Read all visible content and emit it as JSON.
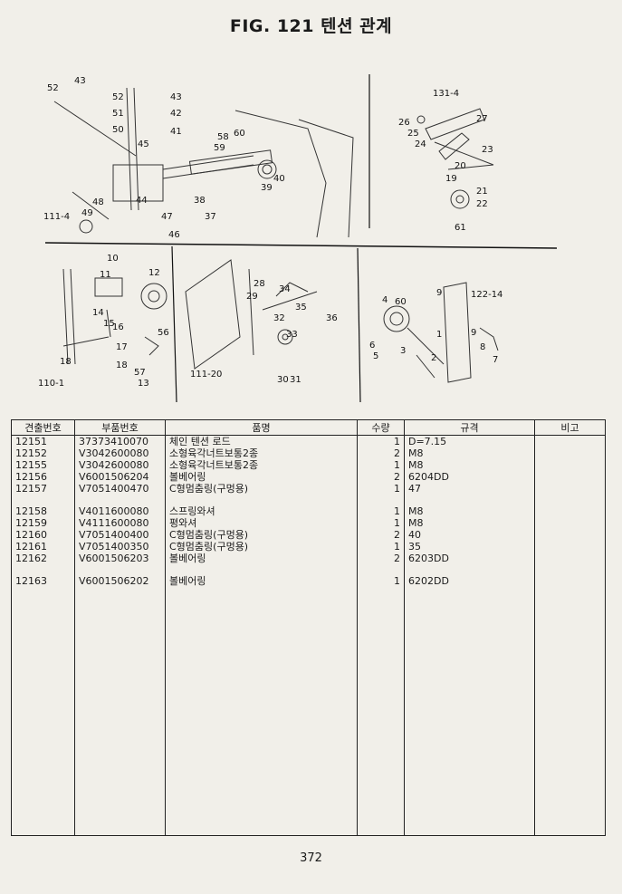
{
  "title": "FIG. 121 텐션 관계",
  "page_number": "372",
  "diagram": {
    "top_left_labels": [
      "52",
      "43",
      "52",
      "51",
      "50",
      "45",
      "43",
      "42",
      "41",
      "58",
      "59",
      "60",
      "39",
      "40",
      "38",
      "37",
      "44",
      "47",
      "46",
      "48",
      "49",
      "111-4"
    ],
    "top_right_labels": [
      "131-4",
      "26",
      "25",
      "24",
      "27",
      "23",
      "20",
      "19",
      "21",
      "22",
      "61"
    ],
    "bottom_left_labels": [
      "10",
      "11",
      "14",
      "15",
      "16",
      "12",
      "17",
      "18",
      "56",
      "57",
      "13",
      "18",
      "110-1"
    ],
    "bottom_mid_labels": [
      "28",
      "29",
      "34",
      "35",
      "36",
      "32",
      "33",
      "111-20",
      "30",
      "31"
    ],
    "bottom_right_labels": [
      "4",
      "60",
      "9",
      "122-14",
      "6",
      "5",
      "3",
      "2",
      "1",
      "9",
      "8",
      "7"
    ]
  },
  "table": {
    "headers": [
      "견출번호",
      "부품번호",
      "품명",
      "수량",
      "규격",
      "비고"
    ],
    "rows": [
      {
        "no": "12151",
        "part": "37373410070",
        "name": "체인 텐션 로드",
        "qty": "1",
        "spec": "D=7.15",
        "note": ""
      },
      {
        "no": "12152",
        "part": "V3042600080",
        "name": "소형육각너트보통2종",
        "qty": "2",
        "spec": "M8",
        "note": ""
      },
      {
        "no": "12155",
        "part": "V3042600080",
        "name": "소형육각너트보통2종",
        "qty": "1",
        "spec": "M8",
        "note": ""
      },
      {
        "no": "12156",
        "part": "V6001506204",
        "name": "볼베어링",
        "qty": "2",
        "spec": "6204DD",
        "note": ""
      },
      {
        "no": "12157",
        "part": "V7051400470",
        "name": "C형멈춤링(구멍용)",
        "qty": "1",
        "spec": "47",
        "note": ""
      },
      {
        "gap": true
      },
      {
        "no": "12158",
        "part": "V4011600080",
        "name": "스프링와셔",
        "qty": "1",
        "spec": "M8",
        "note": ""
      },
      {
        "no": "12159",
        "part": "V4111600080",
        "name": "평와셔",
        "qty": "1",
        "spec": "M8",
        "note": ""
      },
      {
        "no": "12160",
        "part": "V7051400400",
        "name": "C형멈춤링(구멍용)",
        "qty": "2",
        "spec": "40",
        "note": ""
      },
      {
        "no": "12161",
        "part": "V7051400350",
        "name": "C형멈춤링(구멍용)",
        "qty": "1",
        "spec": "35",
        "note": ""
      },
      {
        "no": "12162",
        "part": "V6001506203",
        "name": "볼베어링",
        "qty": "2",
        "spec": "6203DD",
        "note": ""
      },
      {
        "gap": true
      },
      {
        "no": "12163",
        "part": "V6001506202",
        "name": "볼베어링",
        "qty": "1",
        "spec": "6202DD",
        "note": ""
      }
    ]
  }
}
